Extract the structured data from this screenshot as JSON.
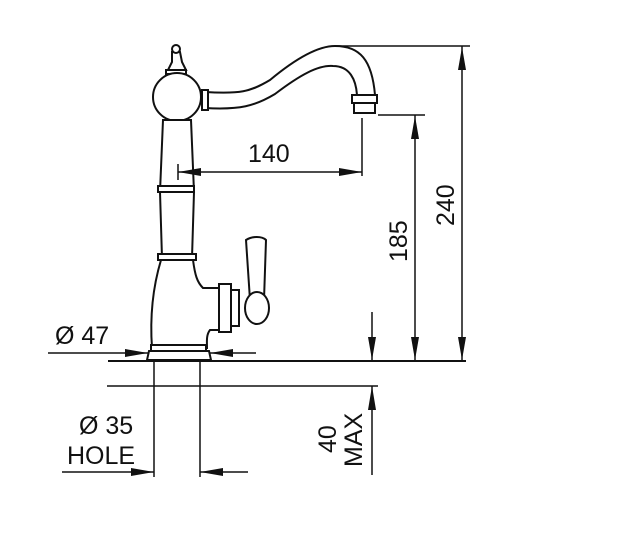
{
  "dimensions": {
    "reach": "140",
    "spout_height": "185",
    "overall_height": "240",
    "base_diameter": "Ø 47",
    "hole_diameter": "Ø 35",
    "hole_label": "HOLE",
    "max_thickness": "40",
    "max_label": "MAX"
  }
}
